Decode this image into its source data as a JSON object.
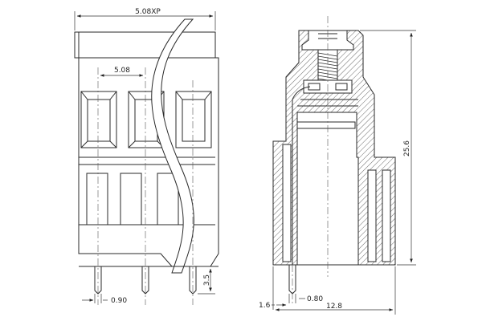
{
  "dimensions": {
    "pitch_total": "5.08XP",
    "pitch": "5.08",
    "pin_width": "0.90",
    "pin_length": "3.5",
    "height": "25.6",
    "side_offset": "1.6",
    "side_pin": "0.80",
    "depth": "12.8"
  },
  "colors": {
    "line": "#2a2a2a",
    "background": "#ffffff"
  }
}
